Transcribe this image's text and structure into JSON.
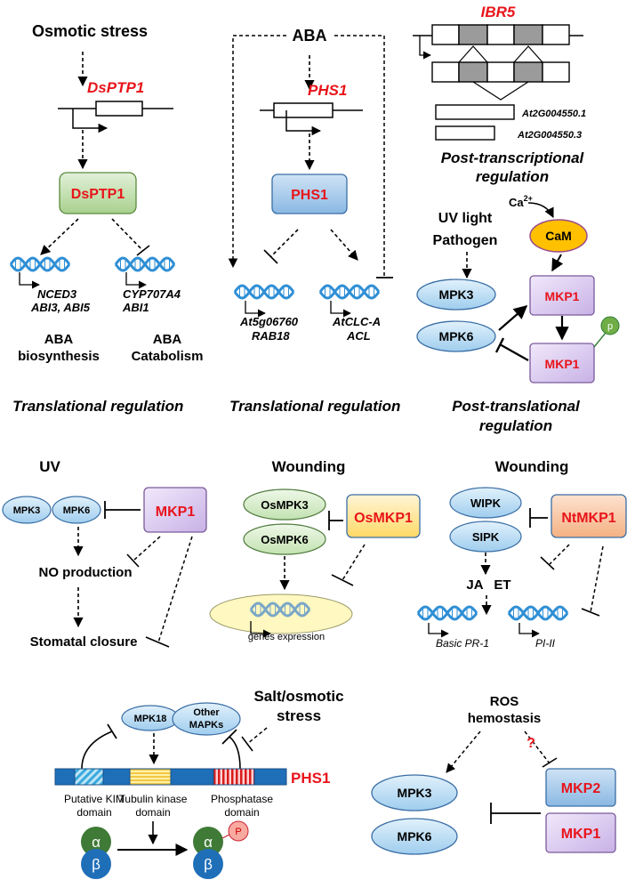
{
  "colors": {
    "red_text": "#e8141b",
    "green_box": "#a9d18e",
    "blue_box": "#9dc3e6",
    "purple_box": "#d8c5ee",
    "orange_box": "#f8cbad",
    "yellow_box": "#ffe699",
    "dna": "#2f8fd5",
    "light_blue_oval": "#bde0f6",
    "light_green_oval": "#d5ecc9"
  },
  "panel_a": {
    "stimulus": "Osmotic stress",
    "gene": "DsPTP1",
    "protein": "DsPTP1",
    "target1_line1": "NCED3",
    "target1_line2": "ABI3, ABI5",
    "target2_line1": "CYP707A4",
    "target2_line2": "ABI1",
    "process1_line1": "ABA",
    "process1_line2": "biosynthesis",
    "process2_line1": "ABA",
    "process2_line2": "Catabolism",
    "caption": "Translational regulation"
  },
  "panel_b": {
    "stimulus": "ABA",
    "gene": "PHS1",
    "protein": "PHS1",
    "target1_line1": "At5g06760",
    "target1_line2": "RAB18",
    "target2_line1": "AtCLC-A",
    "target2_line2": "ACL",
    "caption": "Translational regulation"
  },
  "panel_c": {
    "gene": "IBR5",
    "variant1": "At2G004550.1",
    "variant2": "At2G004550.3",
    "caption_line1": "Post-transcriptional",
    "caption_line2": "regulation"
  },
  "panel_d": {
    "calcium": "Ca",
    "calcium_sup": "2+",
    "uv": "UV light",
    "pathogen": "Pathogen",
    "cam": "CaM",
    "mpk3": "MPK3",
    "mpk6": "MPK6",
    "mkp1": "MKP1",
    "mkp1_p": "MKP1",
    "phospho": "p",
    "caption_line1": "Post-translational",
    "caption_line2": "regulation"
  },
  "panel_e": {
    "stimulus": "UV",
    "mpk3": "MPK3",
    "mpk6": "MPK6",
    "mkp1": "MKP1",
    "no": "NO production",
    "stomata": "Stomatal closure"
  },
  "panel_f": {
    "stimulus": "Wounding",
    "osmpk3": "OsMPK3",
    "osmpk6": "OsMPK6",
    "osmkp1": "OsMKP1",
    "genes": "genes expression"
  },
  "panel_g": {
    "stimulus": "Wounding",
    "wipk": "WIPK",
    "sipk": "SIPK",
    "ntmkp1": "NtMKP1",
    "ja": "JA",
    "et": "ET",
    "gene1": "Basic PR-1",
    "gene2": "PI-II"
  },
  "panel_h": {
    "stimulus_line1": "Salt/osmotic",
    "stimulus_line2": "stress",
    "mpk18": "MPK18",
    "other_line1": "Other",
    "other_line2": "MAPKs",
    "phs1": "PHS1",
    "kim_line1": "Putative KIM",
    "kim_line2": "domain",
    "tk_line1": "Tubulin kinase",
    "tk_line2": "domain",
    "ph_line1": "Phosphatase",
    "ph_line2": "domain",
    "alpha": "α",
    "beta": "β",
    "phospho": "P"
  },
  "panel_i": {
    "ros_line1": "ROS",
    "ros_line2": "hemostasis",
    "question": "?",
    "mpk3": "MPK3",
    "mpk6": "MPK6",
    "mkp2": "MKP2",
    "mkp1": "MKP1"
  }
}
